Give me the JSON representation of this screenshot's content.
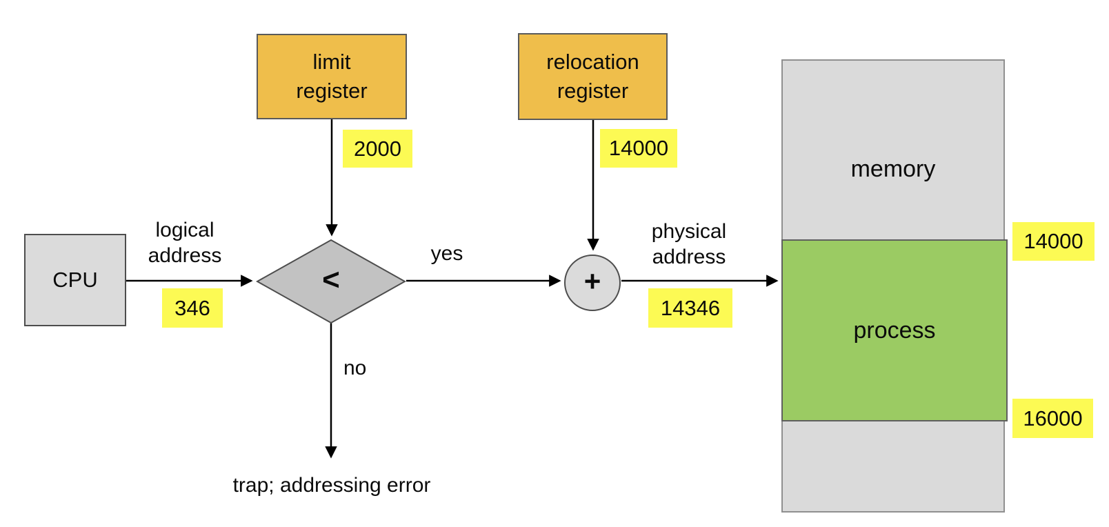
{
  "colors": {
    "register_orange": "#EFBE4B",
    "highlight_yellow": "#FCFA54",
    "node_gray": "#DBDBDB",
    "diamond_gray": "#C2C2C2",
    "memory_gray": "#DADADA",
    "process_green": "#9BCB63",
    "line_black": "#000000"
  },
  "nodes": {
    "cpu": {
      "label": "CPU"
    },
    "limit_register": {
      "line1": "limit",
      "line2": "register",
      "value": "2000"
    },
    "relocation_register": {
      "line1": "relocation",
      "line2": "register",
      "value": "14000"
    },
    "comparator": {
      "symbol": "<"
    },
    "adder": {
      "symbol": "+"
    },
    "memory": {
      "label": "memory",
      "process": {
        "label": "process",
        "start_address": "14000",
        "end_address": "16000"
      }
    }
  },
  "edges": {
    "logical_address": {
      "line1": "logical",
      "line2": "address",
      "value": "346"
    },
    "yes_label": "yes",
    "no_label": "no",
    "physical_address": {
      "line1": "physical",
      "line2": "address",
      "value": "14346"
    },
    "trap_label": "trap; addressing error"
  }
}
